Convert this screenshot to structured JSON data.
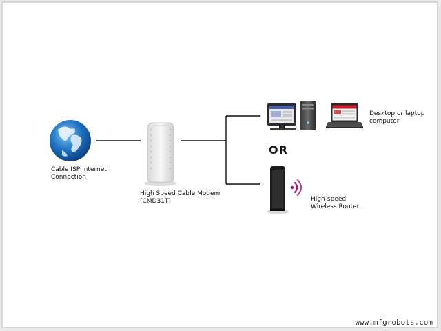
{
  "nodes": {
    "isp": {
      "label_line1": "Cable ISP Internet",
      "label_line2": "Connection"
    },
    "modem": {
      "label_line1": "High Speed Cable Modem",
      "label_line2": "(CMD31T)"
    },
    "computer": {
      "label_line1": "Desktop or laptop",
      "label_line2": "computer"
    },
    "router": {
      "label_line1": "High-speed",
      "label_line2": "Wireless Router"
    }
  },
  "separator": {
    "text": "OR"
  },
  "watermark": {
    "text": "www.mfgrobots.com"
  },
  "colors": {
    "line": "#111111",
    "globe_blue": "#1b6fc0",
    "wifi_accent": "#b0126e",
    "screen_red": "#c8202a"
  }
}
